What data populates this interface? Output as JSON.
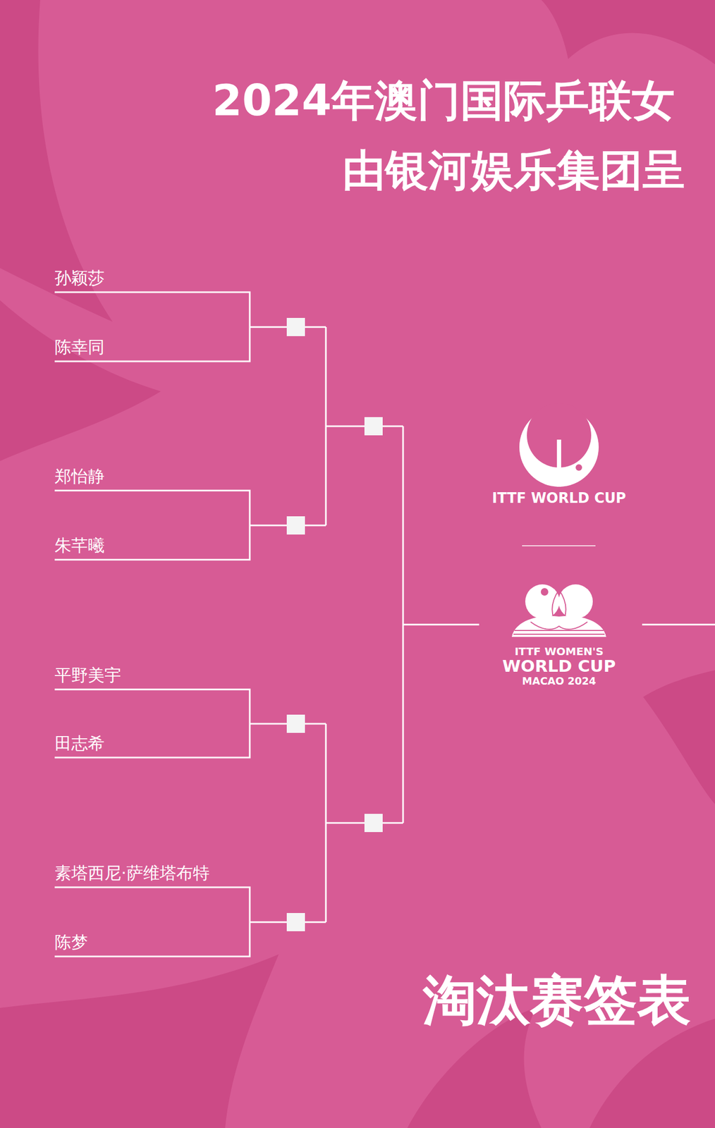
{
  "diagram": {
    "title": "2024年澳门国际乒联女",
    "nodes": [
      {
        "text": [
          "孙颖莎"
        ]
      },
      {
        "text": [
          "陈幸同"
        ]
      },
      {
        "text": [
          "郑怡静"
        ]
      },
      {
        "text": [
          "朱芊曦"
        ]
      },
      {
        "text": [
          "平野美宇"
        ]
      },
      {
        "text": [
          "田志希"
        ]
      },
      {
        "text": [
          "素塔西尼·萨维塔布特"
        ]
      },
      {
        "text": [
          "陈梦"
        ]
      }
    ],
    "labels": [
      "由银河娱乐集团呈",
      "ITTF WORLD CUP",
      "ITTF WOMEN'S",
      "WORLD CUP",
      "MACAO 2024",
      "淘汰赛签表"
    ]
  }
}
